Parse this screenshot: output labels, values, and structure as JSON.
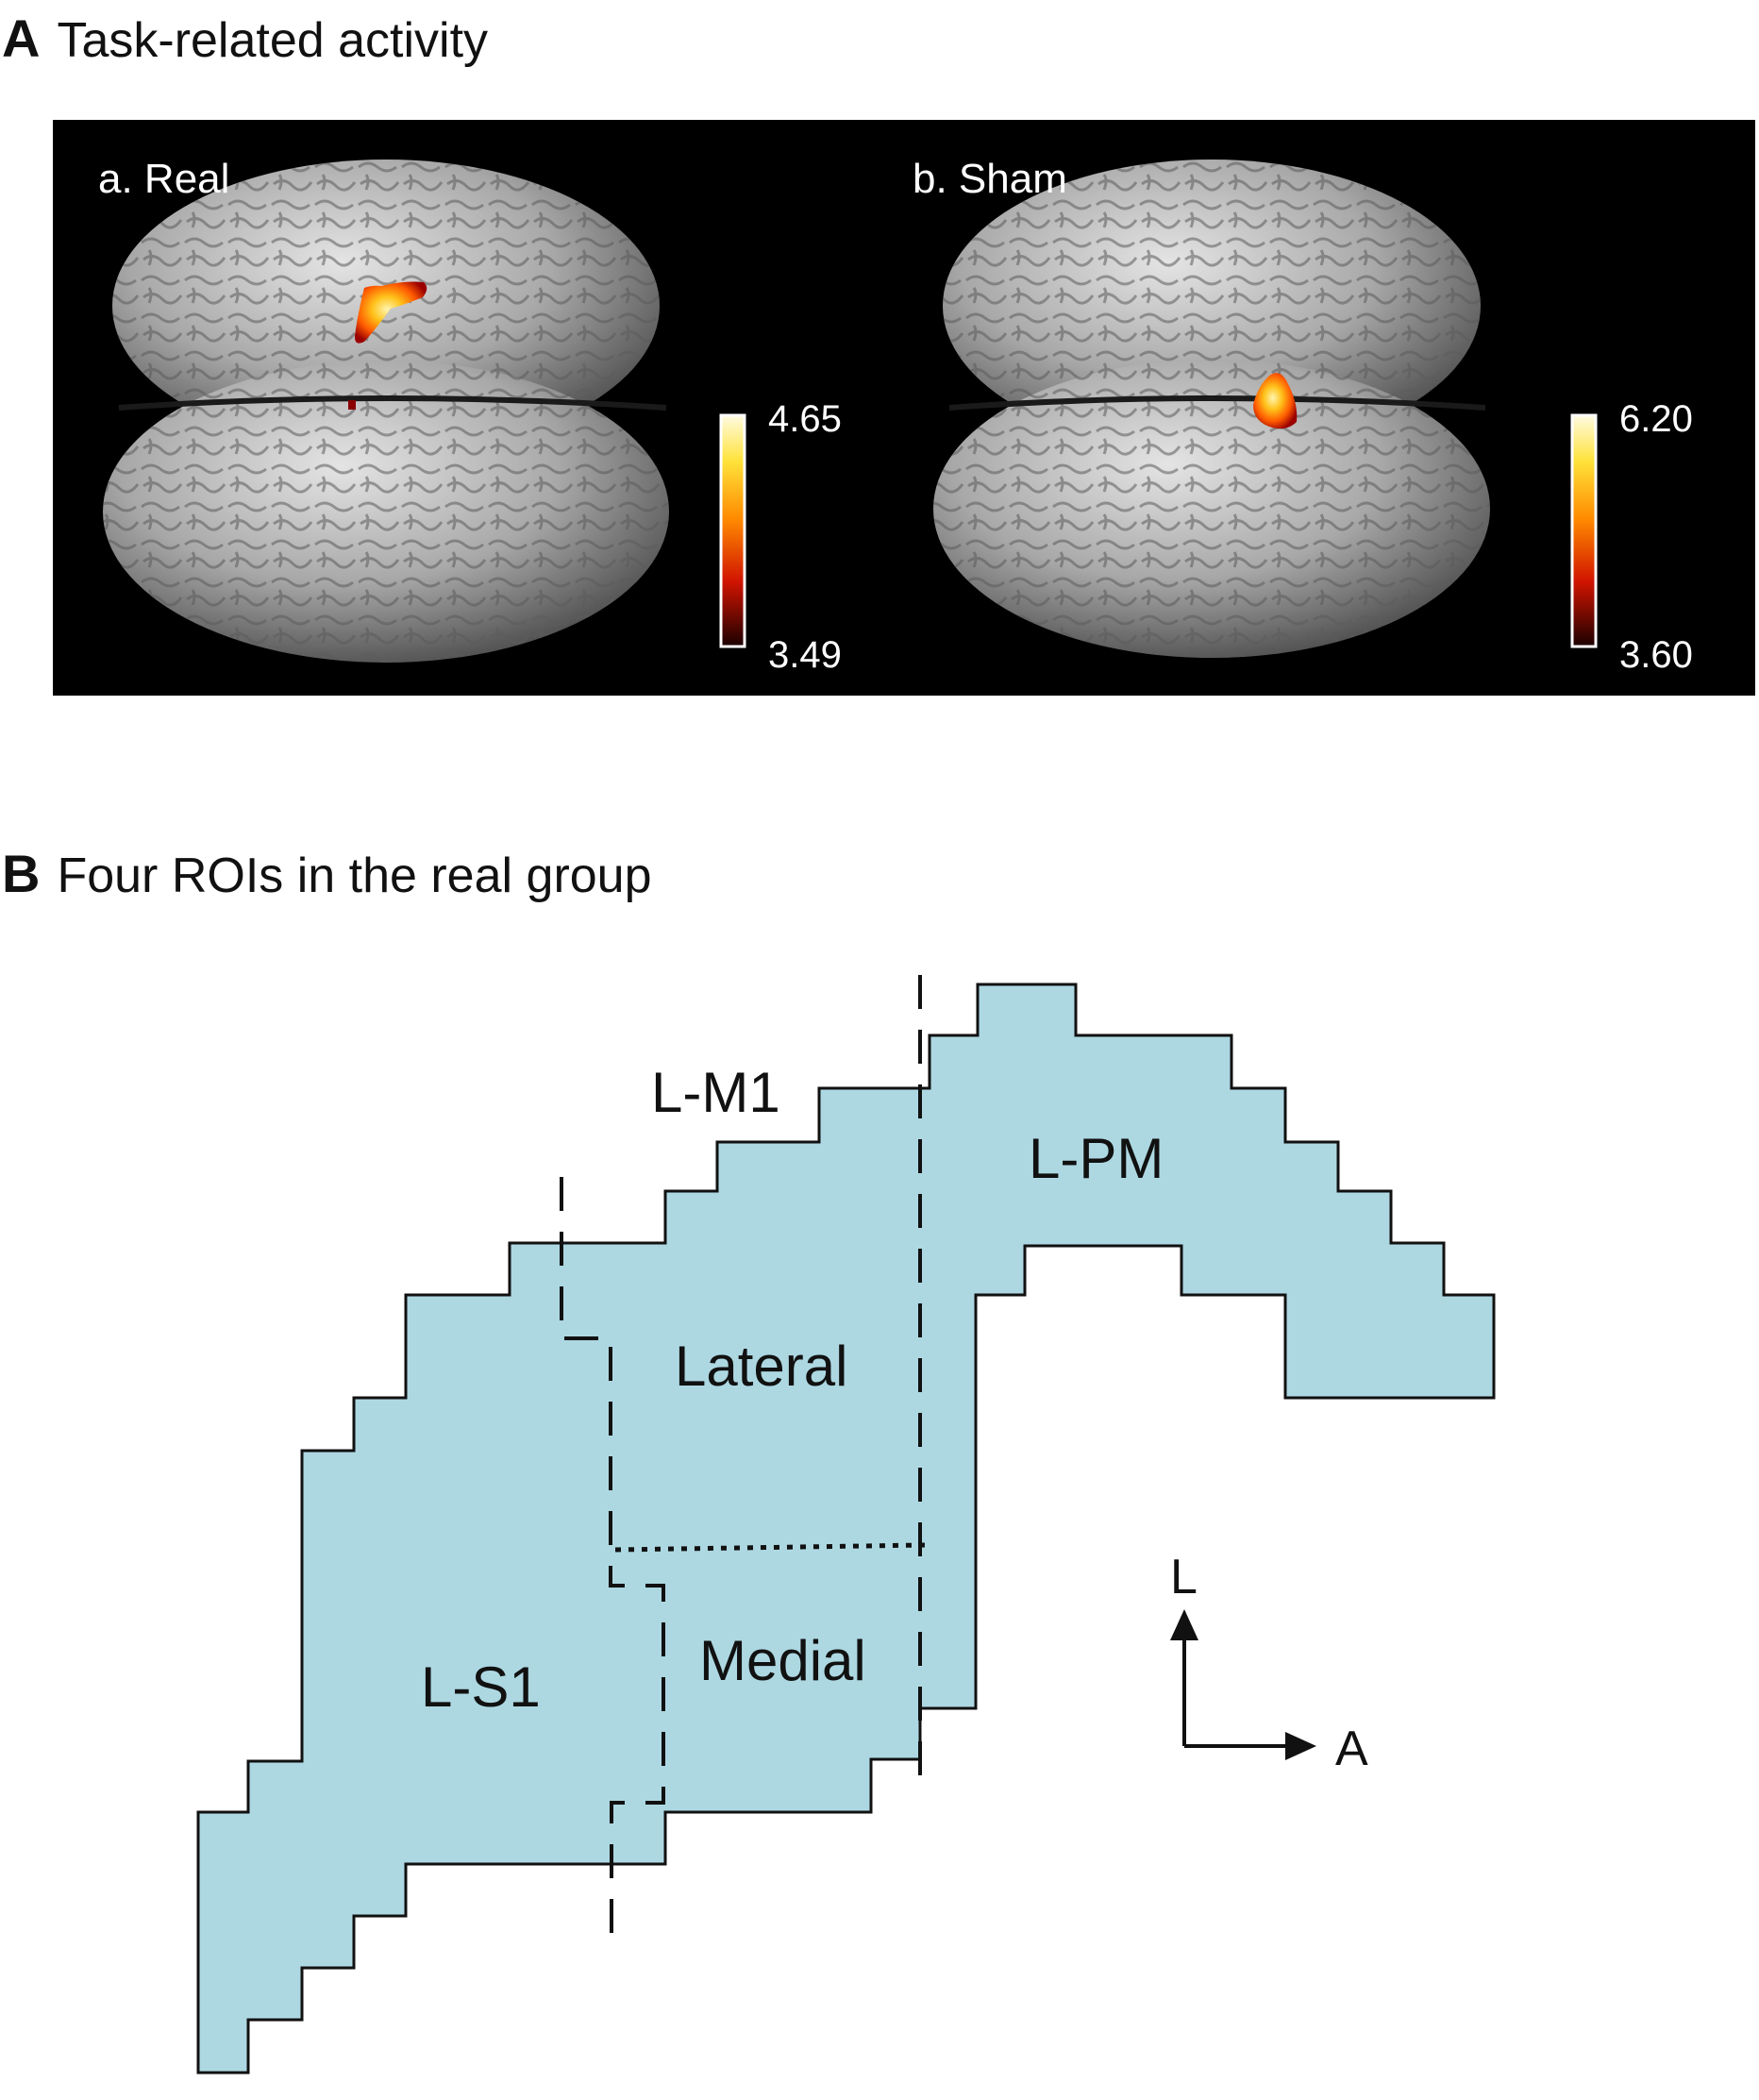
{
  "panel_a": {
    "letter": "A",
    "title": "Task-related activity",
    "views": [
      {
        "label": "a. Real",
        "scale_max": "4.65",
        "scale_min": "3.49"
      },
      {
        "label": "b. Sham",
        "scale_max": "6.20",
        "scale_min": "3.60"
      }
    ]
  },
  "panel_b": {
    "letter": "B",
    "title": "Four ROIs in the real group",
    "regions": {
      "m1": "L-M1",
      "pm": "L-PM",
      "s1": "L-S1",
      "lateral": "Lateral",
      "medial": "Medial"
    },
    "orientation": {
      "up": "L",
      "right": "A"
    }
  },
  "colors": {
    "background_a": "#000000",
    "brain": "#a9a9a9",
    "roi_fill": "#add8e2",
    "activation_hot": "#fff1a0",
    "activation_mid": "#ff8a00",
    "activation_low": "#b50000"
  }
}
